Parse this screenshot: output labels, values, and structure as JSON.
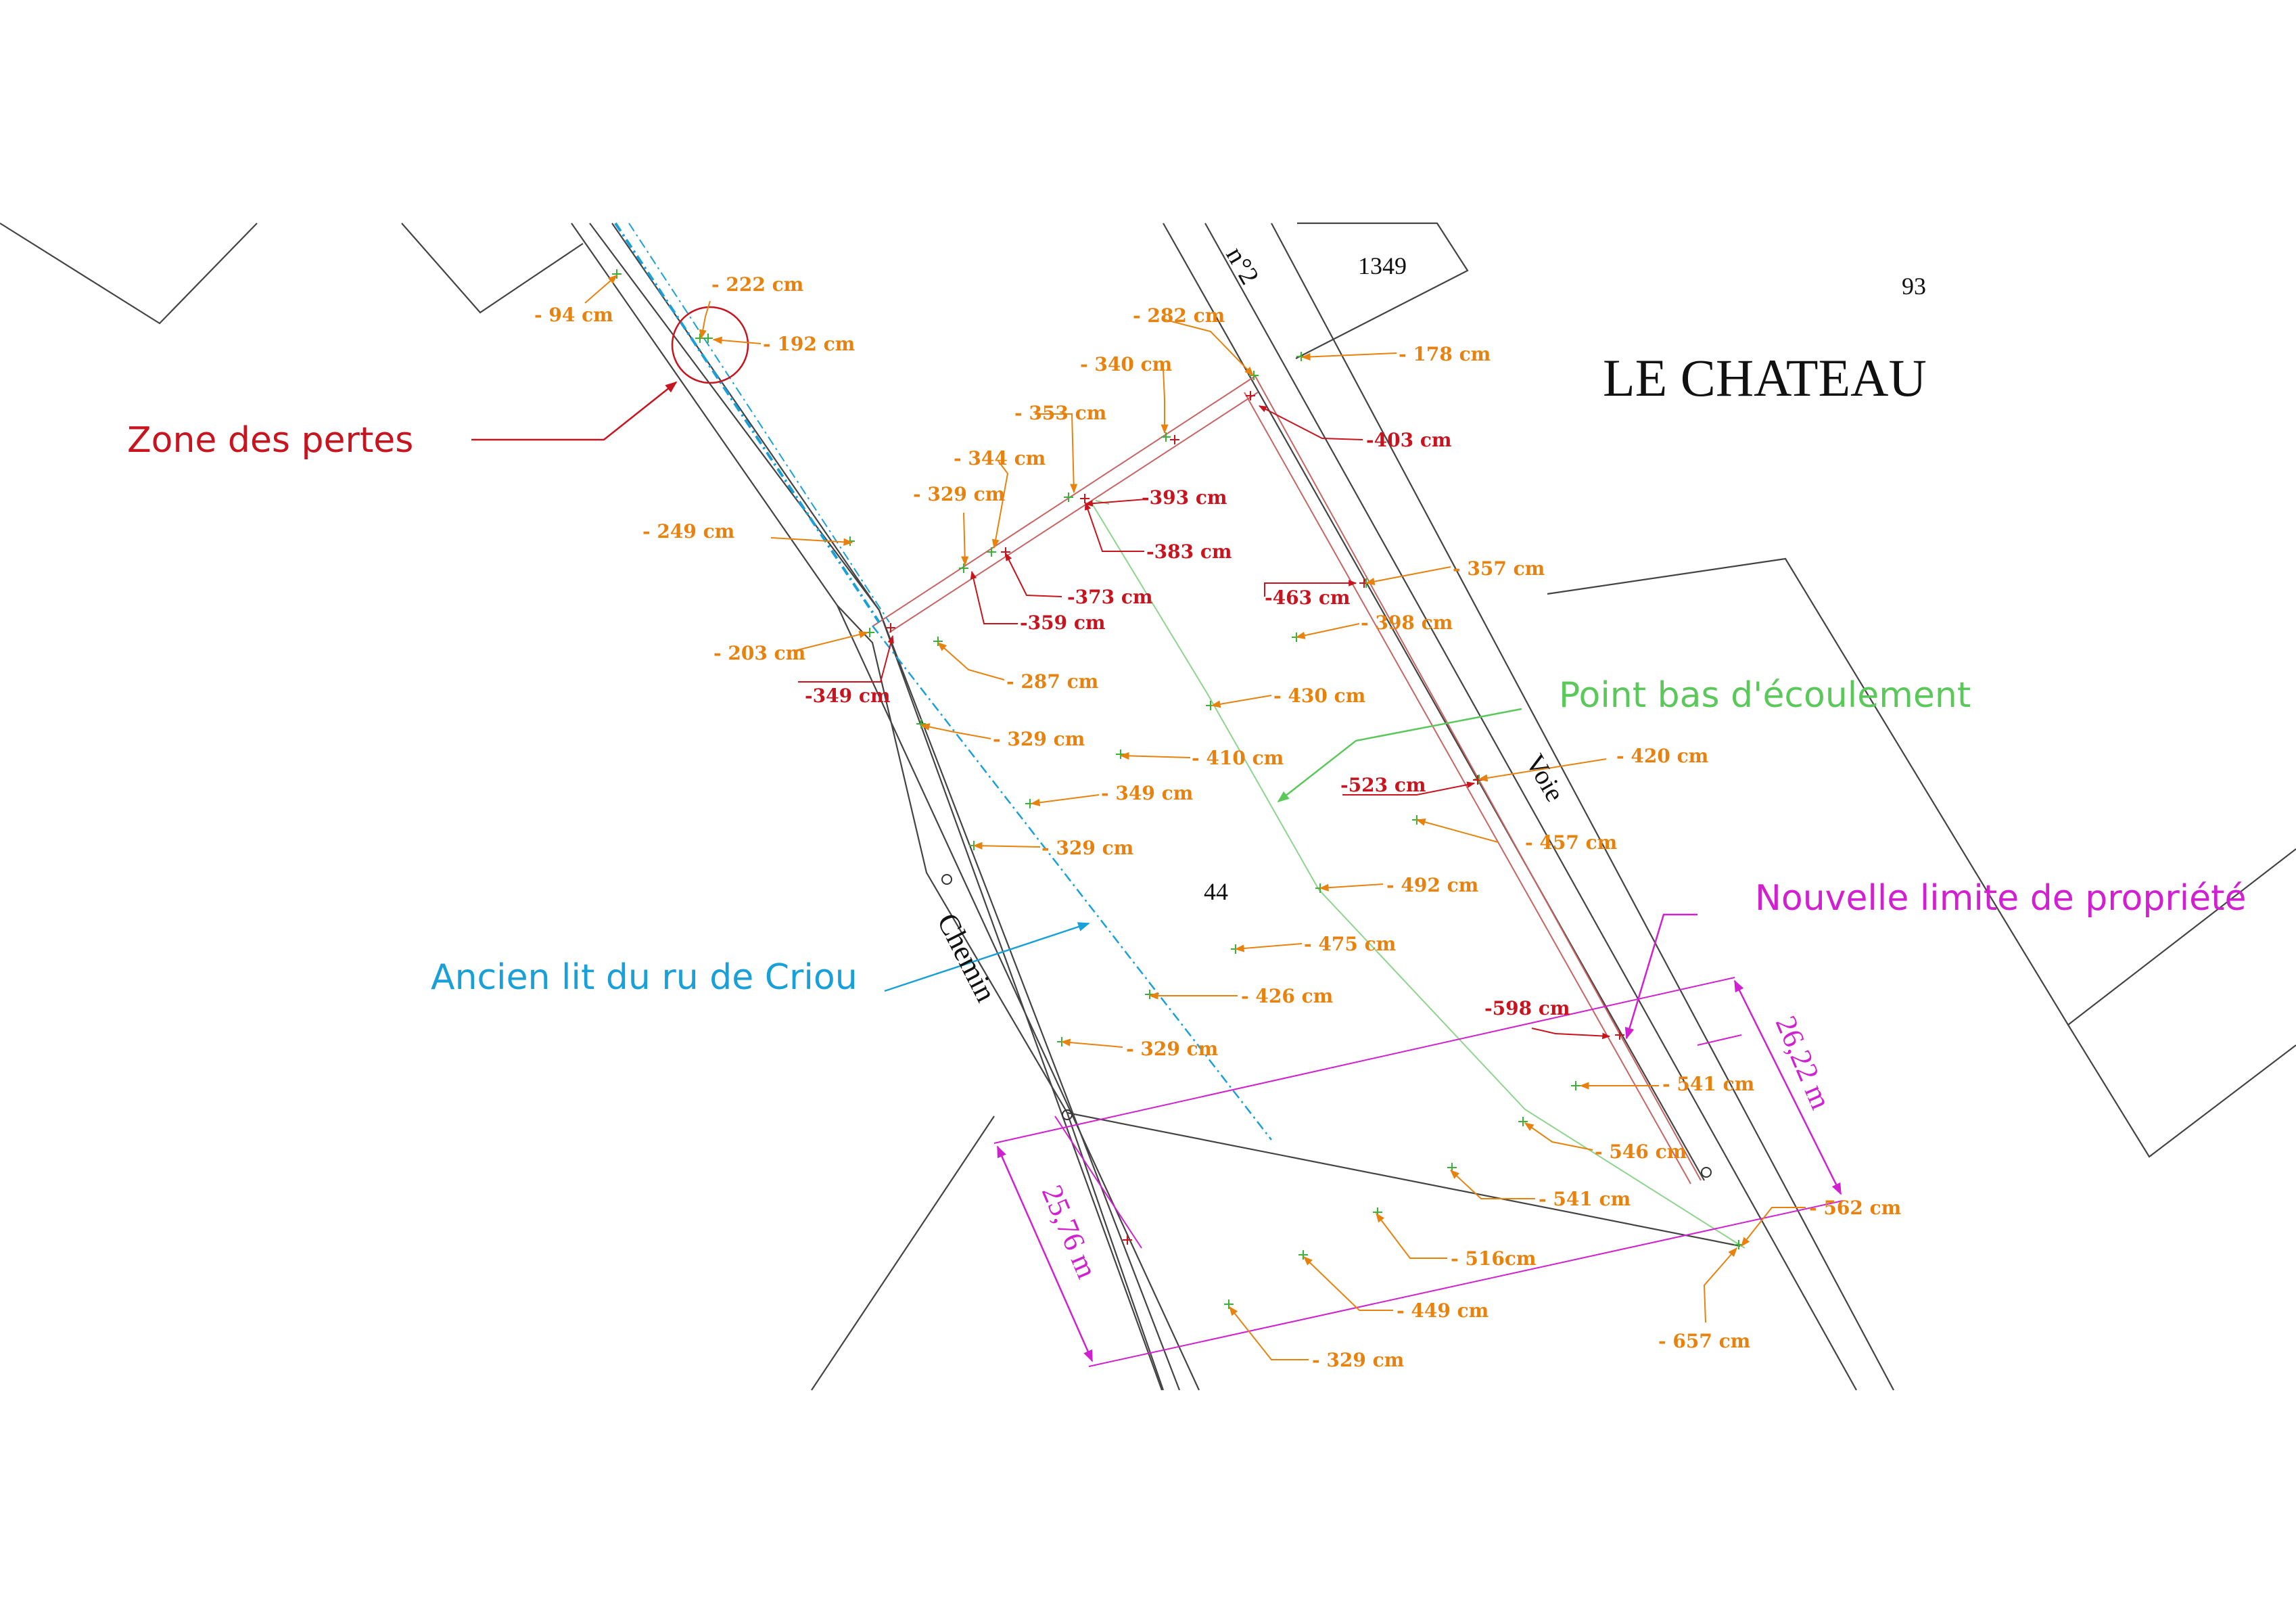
{
  "place_name": "LE CHATEAU",
  "parcel_numbers": {
    "north": "1349",
    "east": "93",
    "main": "44"
  },
  "road_labels": {
    "voie_no": "n°2",
    "voie": "Voie",
    "chemin": "Chemin"
  },
  "annotations": {
    "zone_pertes": "Zone des pertes",
    "point_bas": "Point bas d'écoulement",
    "ancien_lit": "Ancien lit du ru de Criou",
    "nouvelle_limite": "Nouvelle limite de propriété"
  },
  "dimensions": {
    "west": "25,76 m",
    "east": "26,22 m"
  },
  "colors": {
    "orange": "#e8820e",
    "red": "#c8141e",
    "green": "#5cc85c",
    "cyan": "#1aa0d8",
    "magenta": "#d020d0",
    "line": "#444444"
  },
  "levels_orange": {
    "l94": "- 94 cm",
    "l222": "- 222 cm",
    "l192": "- 192 cm",
    "l282": "- 282 cm",
    "l178": "- 178 cm",
    "l340": "- 340 cm",
    "l353": "- 353 cm",
    "l344": "- 344 cm",
    "l329a": "- 329 cm",
    "l249": "- 249 cm",
    "l203": "- 203 cm",
    "l357": "- 357 cm",
    "l398": "- 398 cm",
    "l287": "- 287 cm",
    "l430": "- 430 cm",
    "l329b": "- 329 cm",
    "l410": "- 410 cm",
    "l420": "- 420 cm",
    "l349": "- 349 cm",
    "l457": "- 457 cm",
    "l329c": "- 329 cm",
    "l492": "- 492 cm",
    "l475": "- 475 cm",
    "l426": "- 426 cm",
    "l329d": "- 329 cm",
    "l541a": "- 541 cm",
    "l546": "- 546 cm",
    "l541b": "- 541 cm",
    "l562": "- 562 cm",
    "l516": "- 516cm",
    "l449": "- 449 cm",
    "l657": "- 657 cm",
    "l329e": "- 329 cm"
  },
  "levels_red": {
    "r403": "-403 cm",
    "r393": "-393 cm",
    "r383": "-383 cm",
    "r373": "-373 cm",
    "r359": "-359 cm",
    "r463": "-463 cm",
    "r349": "-349 cm",
    "r523": "-523 cm",
    "r598": "-598 cm"
  }
}
